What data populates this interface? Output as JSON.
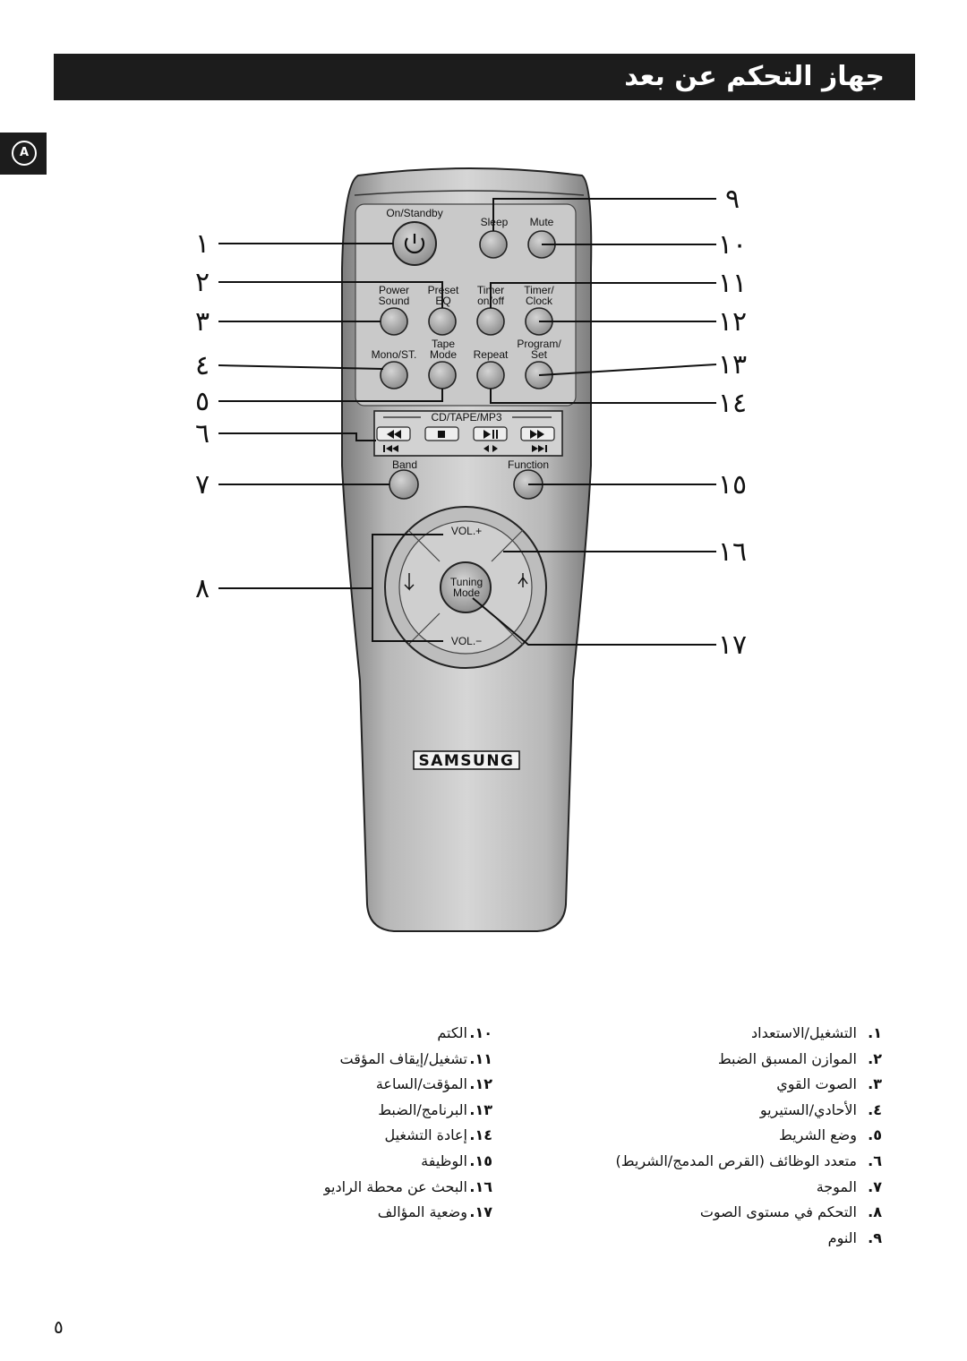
{
  "title": "جهاز التحكم عن بعد",
  "section_tab": "A",
  "remote": {
    "labels": {
      "on_standby": "On/Standby",
      "sleep": "Sleep",
      "mute": "Mute",
      "power_sound_1": "Power",
      "power_sound_2": "Sound",
      "preset_eq_1": "Preset",
      "preset_eq_2": "EQ",
      "timer_onoff_1": "Timer",
      "timer_onoff_2": "on/off",
      "timer_clock_1": "Timer/",
      "timer_clock_2": "Clock",
      "mono_st": "Mono/ST.",
      "tape_mode_1": "Tape",
      "tape_mode_2": "Mode",
      "repeat": "Repeat",
      "program_set_1": "Program/",
      "program_set_2": "Set",
      "cd_tape_mp3": "CD/TAPE/MP3",
      "band": "Band",
      "function": "Function",
      "vol_plus": "VOL.+",
      "vol_minus": "VOL.−",
      "tuning_1": "Tuning",
      "tuning_2": "Mode",
      "brand": "SAMSUNG"
    }
  },
  "callouts_left": [
    "١",
    "٢",
    "٣",
    "٤",
    "٥",
    "٦",
    "٧",
    "٨"
  ],
  "callouts_right": [
    "٩",
    "١٠",
    "١١",
    "١٢",
    "١٣",
    "١٤",
    "١٥",
    "١٦",
    "١٧"
  ],
  "legend_right": [
    {
      "num": "١.",
      "text": "التشغيل/الاستعداد"
    },
    {
      "num": "٢.",
      "text": "الموازن المسبق الضبط"
    },
    {
      "num": "٣.",
      "text": "الصوت القوي"
    },
    {
      "num": "٤.",
      "text": "الأحادي/الستيريو"
    },
    {
      "num": "٥.",
      "text": "وضع الشريط"
    },
    {
      "num": "٦.",
      "text": "متعدد الوظائف (القرص المدمج/الشريط)"
    },
    {
      "num": "٧.",
      "text": "الموجة"
    },
    {
      "num": "٨.",
      "text": "التحكم في مستوى الصوت"
    },
    {
      "num": "٩.",
      "text": "النوم"
    }
  ],
  "legend_left": [
    {
      "num": "١٠.",
      "text": "الكتم"
    },
    {
      "num": "١١.",
      "text": "تشغيل/إيقاف المؤقت"
    },
    {
      "num": "١٢.",
      "text": "المؤقت/الساعة"
    },
    {
      "num": "١٣.",
      "text": "البرنامج/الضبط"
    },
    {
      "num": "١٤.",
      "text": "إعادة التشغيل"
    },
    {
      "num": "١٥.",
      "text": "الوظيفة"
    },
    {
      "num": "١٦.",
      "text": "البحث عن محطة الراديو"
    },
    {
      "num": "١٧.",
      "text": "وضعية المؤالف"
    }
  ],
  "page_number": "٥"
}
